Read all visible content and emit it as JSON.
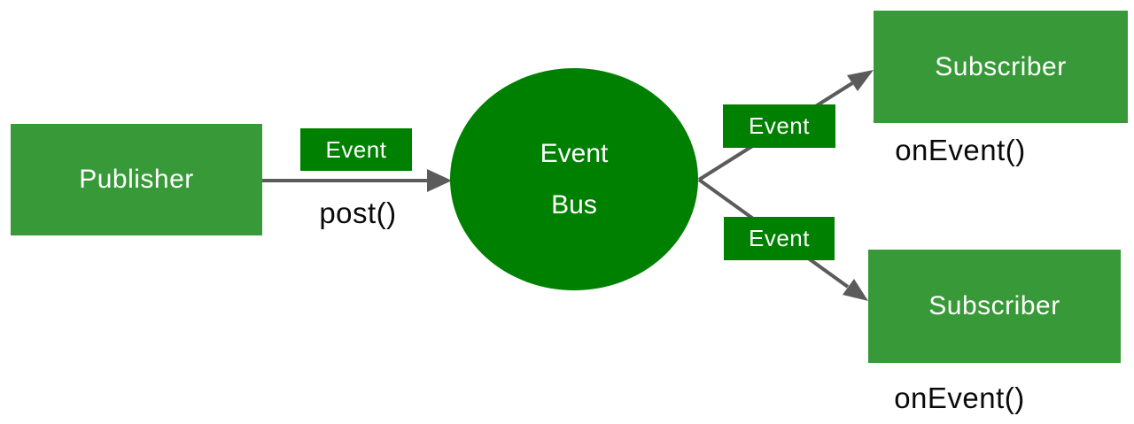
{
  "diagram": {
    "name": "event-bus-publish-subscribe",
    "colors": {
      "box_green": "#389938",
      "dark_green": "#008000",
      "arrow_gray": "#5b5b5b",
      "text_white": "#ffffff",
      "text_black": "#0a0a0a",
      "background": "#ffffff"
    },
    "publisher": {
      "label": "Publisher"
    },
    "event_bus": {
      "line1": "Event",
      "line2": "Bus"
    },
    "subscribers": [
      {
        "label": "Subscriber",
        "method": "onEvent()"
      },
      {
        "label": "Subscriber",
        "method": "onEvent()"
      }
    ],
    "edges": {
      "publish": {
        "event_label": "Event",
        "method": "post()"
      },
      "deliver_top": {
        "event_label": "Event"
      },
      "deliver_bottom": {
        "event_label": "Event"
      }
    }
  }
}
